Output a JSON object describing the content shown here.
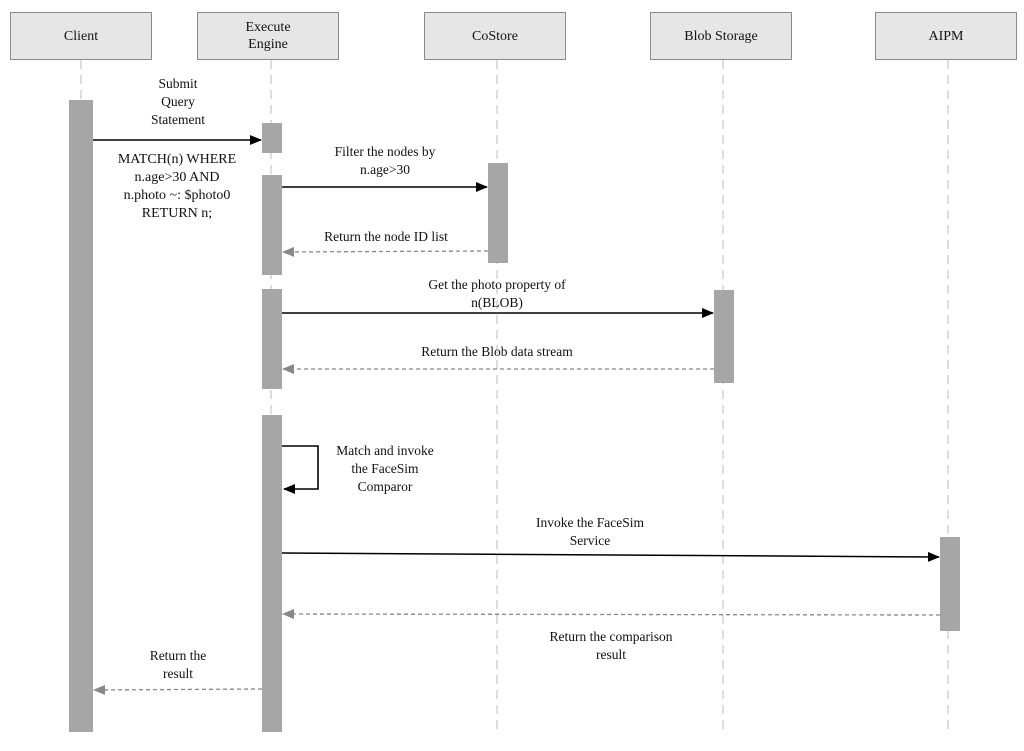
{
  "participants": [
    {
      "id": "client",
      "label": "Client"
    },
    {
      "id": "engine",
      "label": "Execute\nEngine"
    },
    {
      "id": "costore",
      "label": "CoStore"
    },
    {
      "id": "blob",
      "label": "Blob Storage"
    },
    {
      "id": "aipm",
      "label": "AIPM"
    }
  ],
  "messages": {
    "submit": "Submit\nQuery\nStatement",
    "query": "MATCH(n) WHERE\nn.age>30 AND\nn.photo ~: $photo0\nRETURN n;",
    "filter": "Filter the nodes by\nn.age>30",
    "return_ids": "Return the node ID list",
    "get_photo": "Get the photo property of\nn(BLOB)",
    "return_blob": "Return the Blob data stream",
    "match_invoke": "Match and invoke\nthe FaceSim\nComparor",
    "invoke_service": "Invoke the FaceSim\nService",
    "return_comparison": "Return the comparison\nresult",
    "return_result": "Return the\nresult"
  },
  "colors": {
    "actor_fill": "#e6e6e6",
    "activation": "#a6a6a6",
    "lifeline": "#c8c8c8",
    "arrow": "#000000",
    "return_arrow": "#888888"
  }
}
